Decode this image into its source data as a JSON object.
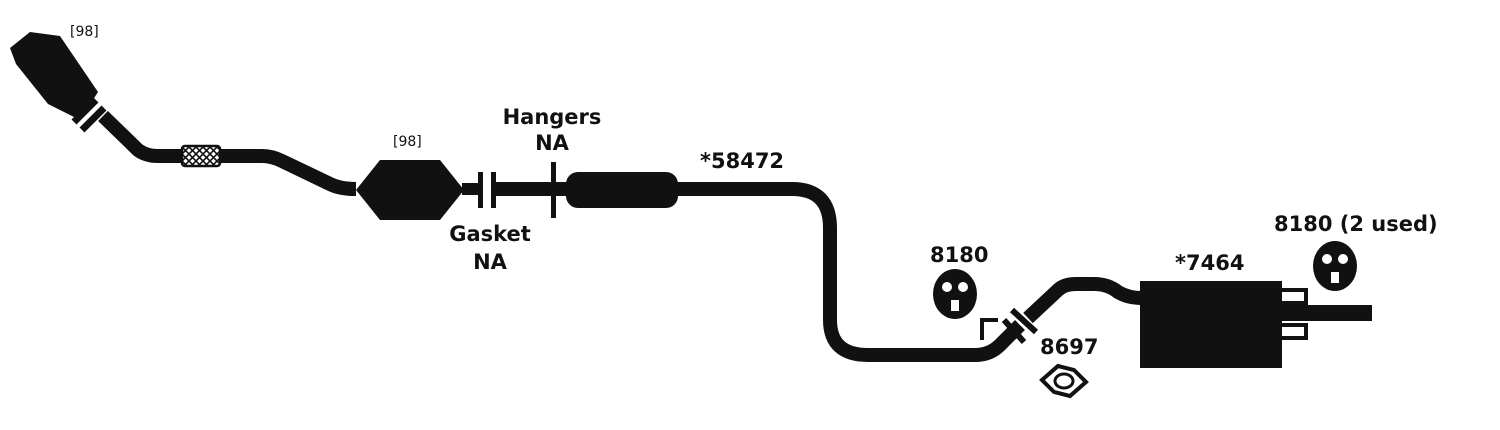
{
  "colors": {
    "part": "#111111",
    "background": "#ffffff"
  },
  "labels": {
    "cat_front": "[98]",
    "cat_mid": "[98]",
    "hangers_top": "Hangers",
    "hangers_bottom": "NA",
    "gasket_top": "Gasket",
    "gasket_bottom": "NA",
    "pipe_part": "*58472",
    "hanger_mid": "8180",
    "gasket_part": "8697",
    "muffler_part": "*7464",
    "hanger_rear": "8180 (2 used)"
  }
}
